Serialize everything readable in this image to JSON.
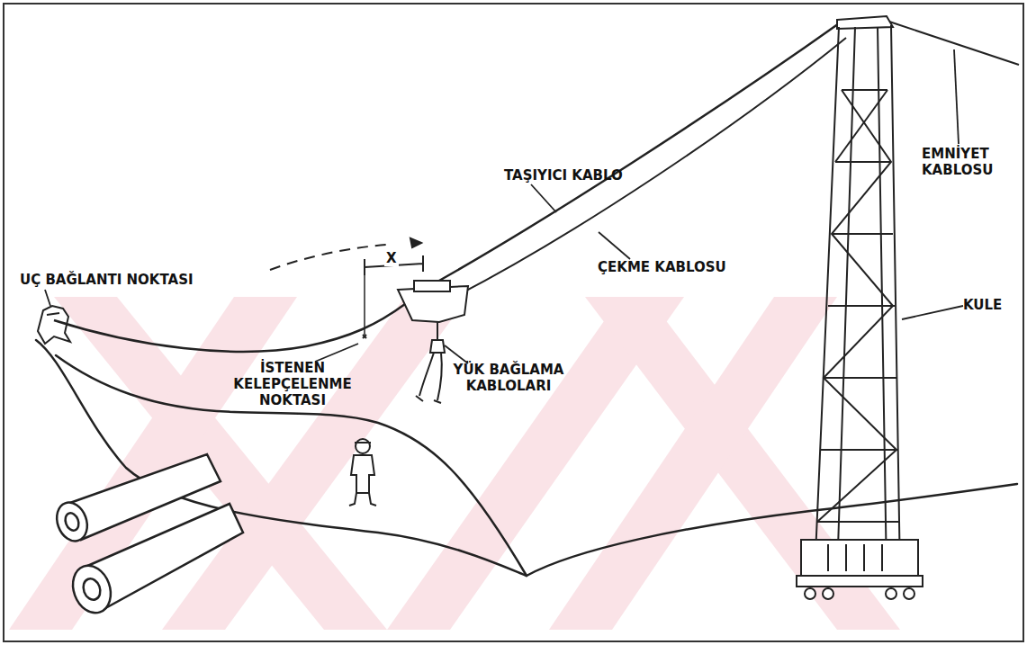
{
  "diagram": {
    "labels": [
      "UÇ BAĞLANTI NOKTASI",
      "X",
      "TAŞIYICI KABLO",
      "ÇEKME KABLOSU",
      "EMNİYET KABLOSU",
      "KULE",
      "İSTENEN KELEPÇELENME NOKTASI",
      "YÜK BAĞLAMA KABLOLARI"
    ]
  }
}
